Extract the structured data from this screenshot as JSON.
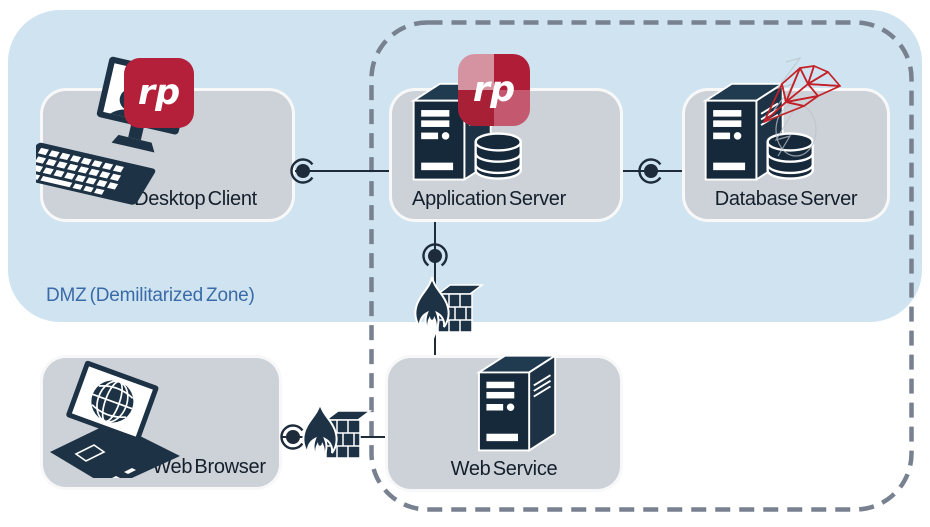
{
  "zones": {
    "dmz_label": "DMZ (Demilitarized Zone)"
  },
  "nodes": [
    {
      "id": "desktop-client",
      "label": "Desktop Client"
    },
    {
      "id": "application-server",
      "label": "Application Server"
    },
    {
      "id": "database-server",
      "label": "Database Server"
    },
    {
      "id": "web-browser",
      "label": "Web Browser"
    },
    {
      "id": "web-service",
      "label": "Web Service"
    }
  ],
  "badge_label": "rp",
  "icons": [
    "desktop-computer-icon",
    "keyboard-icon",
    "rp-logo-badge",
    "server-tower-icon",
    "database-cylinder-icon",
    "sql-server-logo-icon",
    "laptop-icon",
    "globe-icon",
    "firewall-icon",
    "connector-dot-icon"
  ],
  "colors": {
    "dmz_bg": "#cfe4f0",
    "node_bg": "#ccd2d8",
    "icon_navy": "#1d3245",
    "accent_red": "#b41f39",
    "sql_red": "#c32127",
    "dmz_label": "#3a6ba8",
    "dashed_border": "#78818f",
    "line_color": "#1d2b3a",
    "label_color": "#141f2b"
  }
}
